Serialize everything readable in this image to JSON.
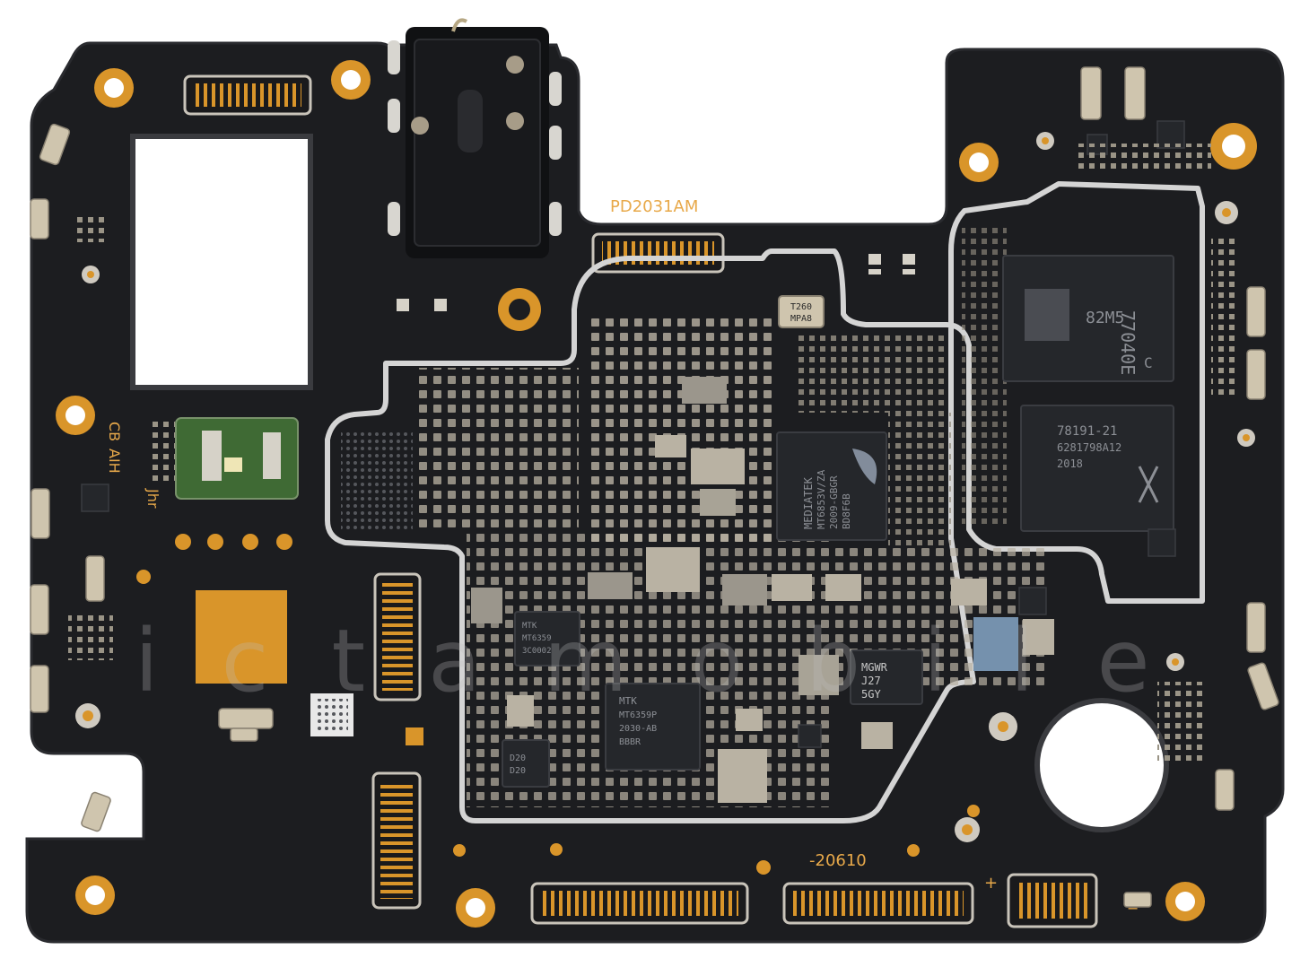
{
  "image": {
    "subject": "Smartphone main logic board (PCB), top side",
    "colors": {
      "background": "#ffffff",
      "pcb": "#1c1d20",
      "pcb_edge": "#2a2b2f",
      "gold": "#d9952a",
      "silkscreen": "#e8a94a",
      "shield_frame": "#d8d8d8",
      "chip": "#25272b",
      "component_light": "#b9b2a3",
      "component_dark": "#6a675f"
    }
  },
  "silkscreen": {
    "model": "PD2031AM",
    "batch": "-20610",
    "plus_marker": "+",
    "minus_marker": "−",
    "ref_cb": "CB",
    "ref_aih": "AIH",
    "ref_jh": "Jhr"
  },
  "chips": {
    "soc": [
      "MEDIATEK",
      "MT6853V/ZA",
      "2009-GBGR",
      "BD8F6B"
    ],
    "memory_top": [
      "77040E",
      "82M5",
      "C"
    ],
    "memory_bottom": [
      "78191-21",
      "6281798A12",
      "2018"
    ],
    "pmic": [
      "MTK",
      "MT6359P",
      "2030-AB",
      "BBBR"
    ],
    "pmic_small": [
      "MTK",
      "MT6359",
      "3C0002"
    ],
    "regulator": [
      "MGWR",
      "J27",
      "5GY"
    ],
    "crystal": [
      "T260",
      "MPA8"
    ],
    "small_ic": [
      "D20",
      "D20"
    ]
  },
  "watermark": {
    "text": "ictamobile"
  }
}
